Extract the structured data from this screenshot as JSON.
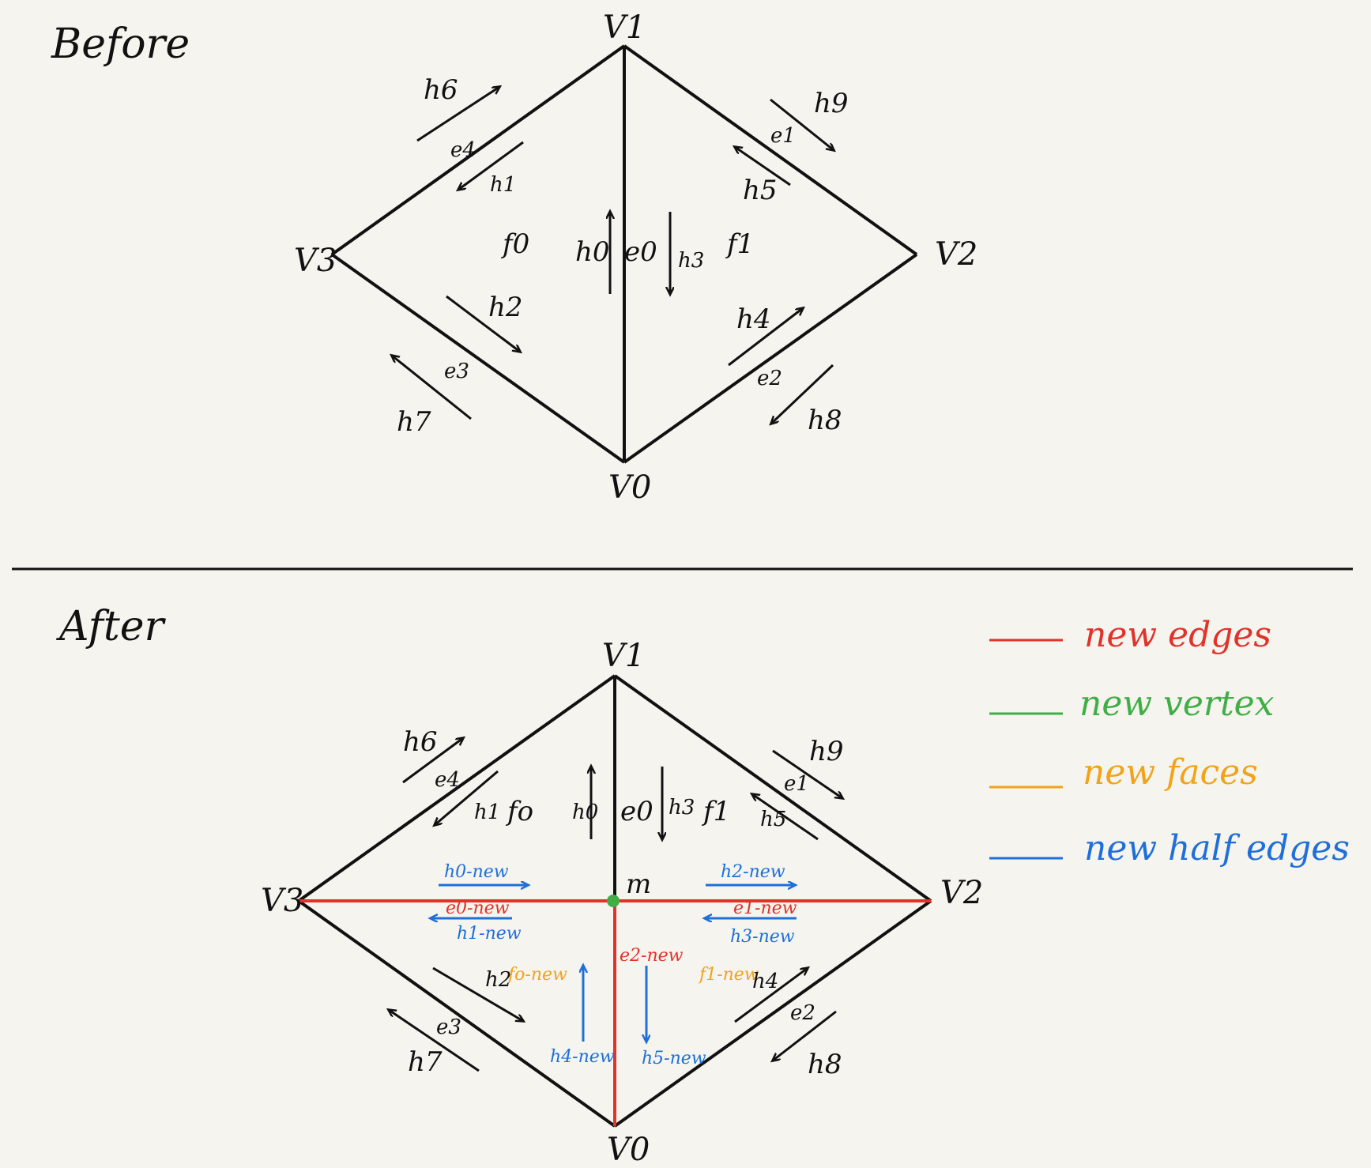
{
  "before": {
    "title": "Before",
    "vertices": {
      "v1": "V1",
      "v2": "V2",
      "v3": "V3",
      "v0": "V0"
    },
    "faces": {
      "f0": "f0",
      "f1": "f1"
    },
    "edges": {
      "e0": "e0",
      "e1": "e1",
      "e2": "e2",
      "e3": "e3",
      "e4": "e4"
    },
    "halfedges": {
      "h0": "h0",
      "h1": "h1",
      "h2": "h2",
      "h3": "h3",
      "h4": "h4",
      "h5": "h5",
      "h6": "h6",
      "h7": "h7",
      "h8": "h8",
      "h9": "h9"
    }
  },
  "after": {
    "title": "After",
    "vertices": {
      "v1": "V1",
      "v2": "V2",
      "v3": "V3",
      "v0": "V0",
      "m": "m"
    },
    "faces": {
      "f0": "fo",
      "f1": "f1",
      "f0_new": "fo-new",
      "f1_new": "f1-new"
    },
    "edges": {
      "e0": "e0",
      "e1": "e1",
      "e2": "e2",
      "e3": "e3",
      "e4": "e4",
      "e0_new": "e0-new",
      "e1_new": "e1-new",
      "e2_new": "e2-new"
    },
    "halfedges": {
      "h0": "h0",
      "h1": "h1",
      "h2": "h2",
      "h3": "h3",
      "h4": "h4",
      "h5": "h5",
      "h6": "h6",
      "h7": "h7",
      "h8": "h8",
      "h9": "h9",
      "h0_new": "h0-new",
      "h1_new": "h1-new",
      "h2_new": "h2-new",
      "h3_new": "h3-new",
      "h4_new": "h4-new",
      "h5_new": "h5-new"
    }
  },
  "legend": [
    {
      "label": "new edges",
      "color": "#e0332a"
    },
    {
      "label": "new vertex",
      "color": "#3fae45"
    },
    {
      "label": "new faces",
      "color": "#f2a318"
    },
    {
      "label": "new half edges",
      "color": "#1e6fd9"
    }
  ],
  "colors": {
    "ink": "#111111",
    "new_edge": "#e0332a",
    "new_vertex": "#3fae45",
    "new_face": "#f2a318",
    "new_halfedge": "#1e6fd9"
  }
}
